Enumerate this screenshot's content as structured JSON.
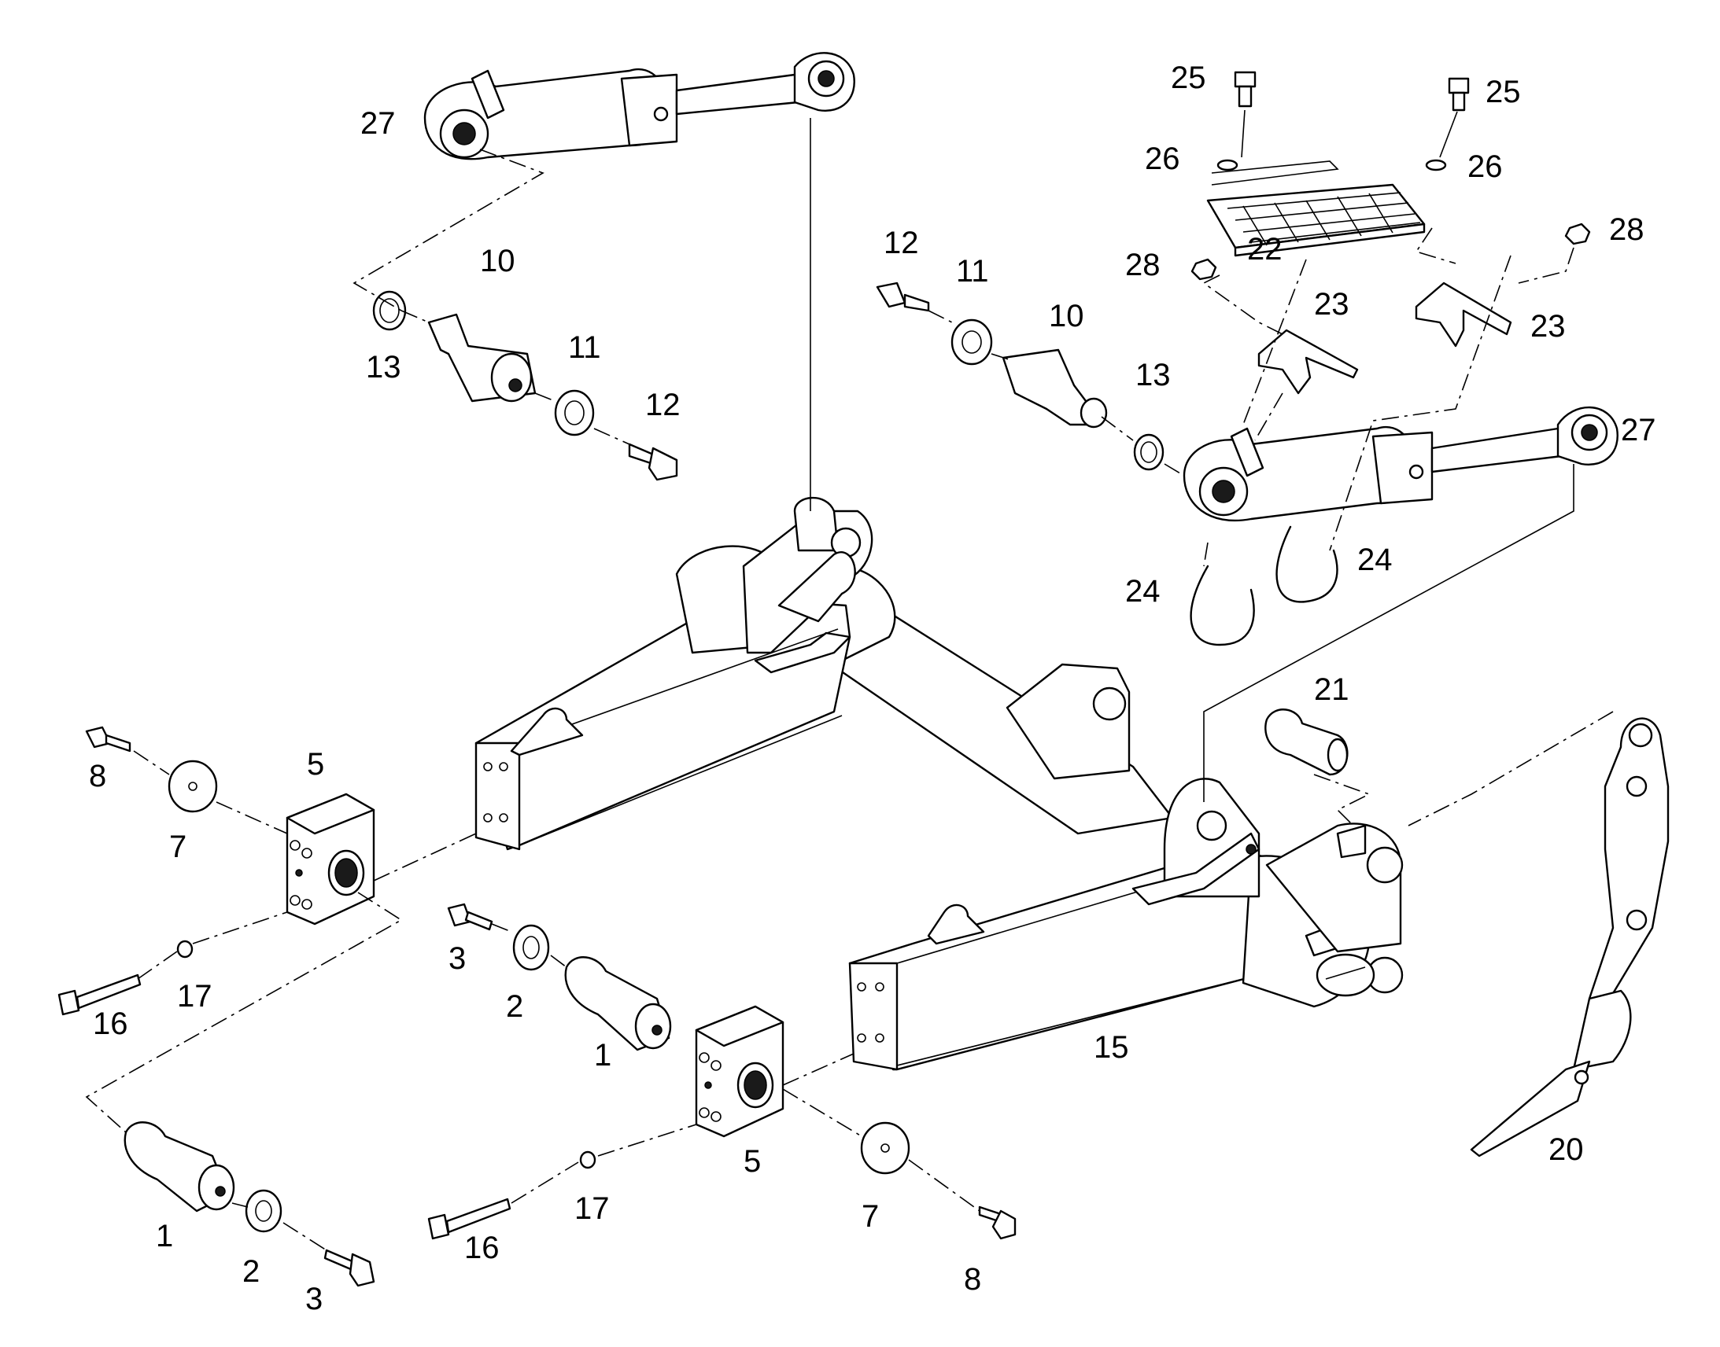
{
  "colors": {
    "line": "#000000",
    "background": "#ffffff",
    "fill": "#ffffff"
  },
  "callouts": [
    {
      "id": "c-27a",
      "label": "27"
    },
    {
      "id": "c-27b",
      "label": "27"
    },
    {
      "id": "c-25a",
      "label": "25"
    },
    {
      "id": "c-25b",
      "label": "25"
    },
    {
      "id": "c-26a",
      "label": "26"
    },
    {
      "id": "c-26b",
      "label": "26"
    },
    {
      "id": "c-22",
      "label": "22"
    },
    {
      "id": "c-28a",
      "label": "28"
    },
    {
      "id": "c-28b",
      "label": "28"
    },
    {
      "id": "c-23a",
      "label": "23"
    },
    {
      "id": "c-23b",
      "label": "23"
    },
    {
      "id": "c-24a",
      "label": "24"
    },
    {
      "id": "c-24b",
      "label": "24"
    },
    {
      "id": "c-12a",
      "label": "12"
    },
    {
      "id": "c-12b",
      "label": "12"
    },
    {
      "id": "c-11a",
      "label": "11"
    },
    {
      "id": "c-11b",
      "label": "11"
    },
    {
      "id": "c-10a",
      "label": "10"
    },
    {
      "id": "c-10b",
      "label": "10"
    },
    {
      "id": "c-13a",
      "label": "13"
    },
    {
      "id": "c-13b",
      "label": "13"
    },
    {
      "id": "c-21",
      "label": "21"
    },
    {
      "id": "c-8a",
      "label": "8"
    },
    {
      "id": "c-8b",
      "label": "8"
    },
    {
      "id": "c-5a",
      "label": "5"
    },
    {
      "id": "c-5b",
      "label": "5"
    },
    {
      "id": "c-7a",
      "label": "7"
    },
    {
      "id": "c-7b",
      "label": "7"
    },
    {
      "id": "c-16a",
      "label": "16"
    },
    {
      "id": "c-16b",
      "label": "16"
    },
    {
      "id": "c-17a",
      "label": "17"
    },
    {
      "id": "c-17b",
      "label": "17"
    },
    {
      "id": "c-3a",
      "label": "3"
    },
    {
      "id": "c-3b",
      "label": "3"
    },
    {
      "id": "c-2a",
      "label": "2"
    },
    {
      "id": "c-2b",
      "label": "2"
    },
    {
      "id": "c-1a",
      "label": "1"
    },
    {
      "id": "c-1b",
      "label": "1"
    },
    {
      "id": "c-15",
      "label": "15"
    },
    {
      "id": "c-20",
      "label": "20"
    }
  ]
}
